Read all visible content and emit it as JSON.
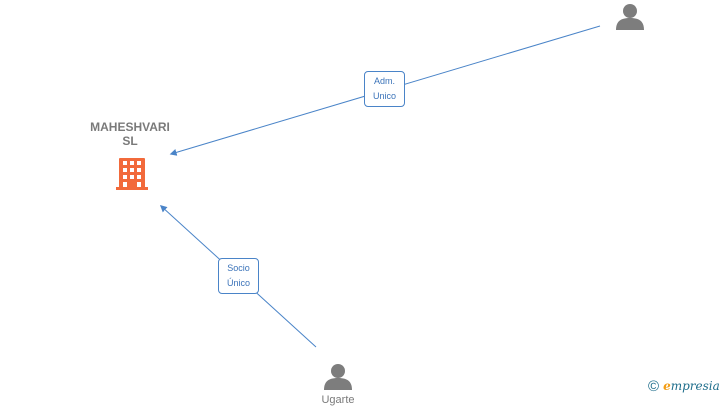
{
  "company": {
    "name_line1": "MAHESHVARI",
    "name_line2": "SL",
    "icon": "building-icon",
    "color": "#f26a3b"
  },
  "edges": [
    {
      "id": "adm",
      "label_line1": "Adm.",
      "label_line2": "Unico"
    },
    {
      "id": "socio",
      "label_line1": "Socio",
      "label_line2": "Único"
    }
  ],
  "persons": [
    {
      "id": "top-right",
      "name": "",
      "icon": "person-icon"
    },
    {
      "id": "bottom",
      "name": "Ugarte",
      "icon": "person-icon"
    }
  ],
  "brand": {
    "copyright": "©",
    "initial": "e",
    "rest": "mpresia"
  },
  "colors": {
    "edge": "#4a84c8",
    "person": "#7d7d7d",
    "label_text": "#3b73b9"
  }
}
